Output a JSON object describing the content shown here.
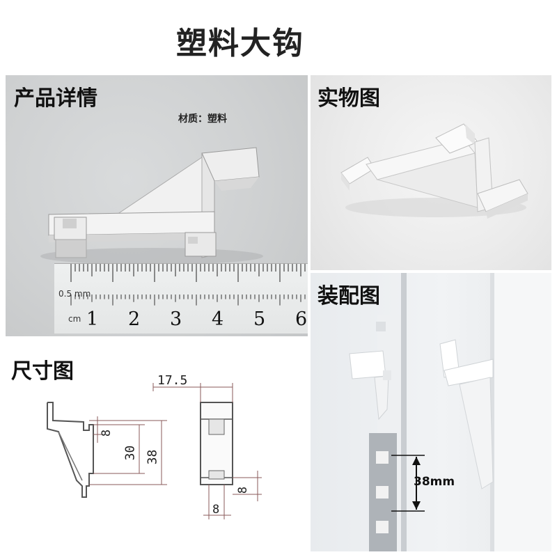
{
  "title": "塑料大钩",
  "sections": {
    "details": {
      "label": "产品详情",
      "material": "材质：塑料"
    },
    "photo": {
      "label": "实物图"
    },
    "assembly": {
      "label": "装配图",
      "measure": "38mm"
    },
    "dimensions": {
      "label": "尺寸图"
    }
  },
  "ruler": {
    "unit_cm": "cm",
    "unit_mm": "0.5 mm",
    "numbers": [
      "1",
      "2",
      "3",
      "4",
      "5",
      "6"
    ]
  },
  "drawing": {
    "width_label": "17.5",
    "left_small": "8",
    "mid": "30",
    "total": "38",
    "right_small": "8",
    "bottom": "8"
  },
  "colors": {
    "part": "#f4f4f4",
    "outline": "#555555",
    "dimension": "#8a5a5a"
  }
}
